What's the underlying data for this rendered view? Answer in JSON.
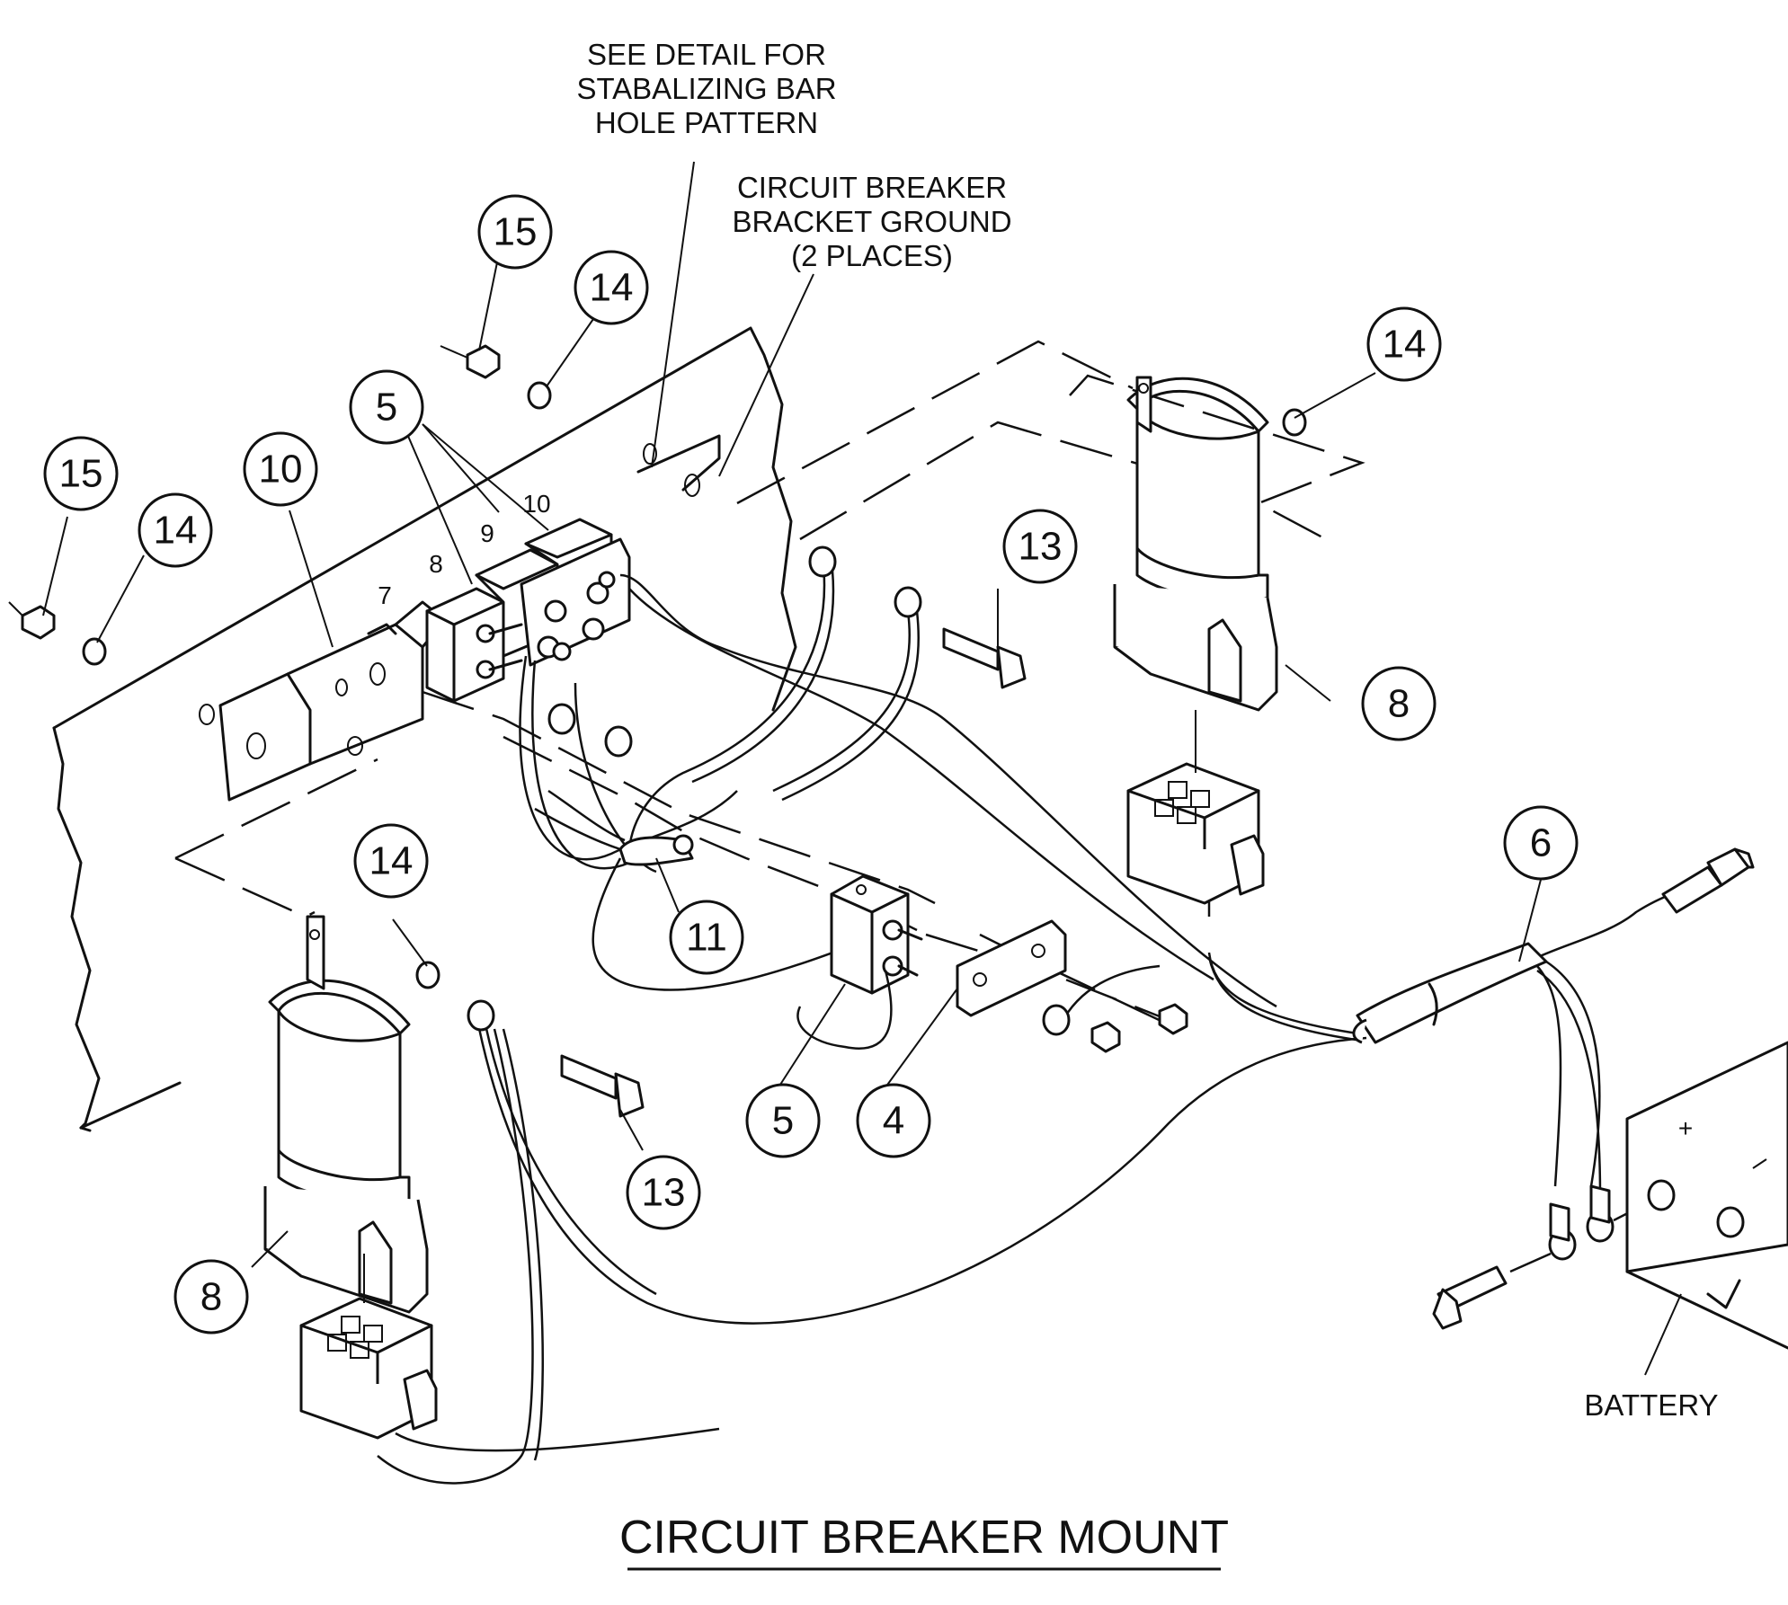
{
  "title": "CIRCUIT BREAKER MOUNT",
  "notes": {
    "stabilizing_bar": [
      "SEE DETAIL FOR",
      "STABALIZING BAR",
      "HOLE PATTERN"
    ],
    "bracket_ground": [
      "CIRCUIT BREAKER",
      "BRACKET GROUND",
      "(2 PLACES)"
    ],
    "battery": "BATTERY"
  },
  "callouts": {
    "c15_top": "15",
    "c14_top": "14",
    "c15_left": "15",
    "c14_left": "14",
    "c5_upper": "5",
    "c10_upper": "10",
    "c13_upper": "13",
    "c14_right": "14",
    "c8_right": "8",
    "c6": "6",
    "c14_lower": "14",
    "c11": "11",
    "c5_lower": "5",
    "c4": "4",
    "c13_lower": "13",
    "c8_lower": "8"
  },
  "breaker_numbers": {
    "n7": "7",
    "n8": "8",
    "n9": "9",
    "n10": "10"
  },
  "battery_polarity": "+"
}
